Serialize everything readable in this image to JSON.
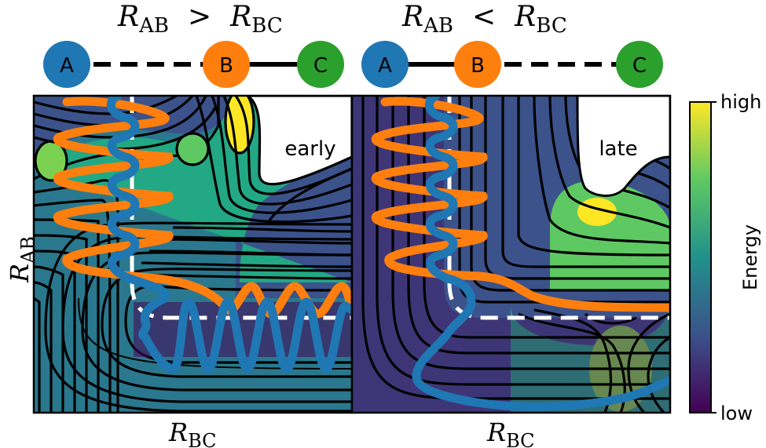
{
  "headers": {
    "left": {
      "r1": "R",
      "s1": "AB",
      "op": ">",
      "r2": "R",
      "s2": "BC"
    },
    "right": {
      "r1": "R",
      "s1": "AB",
      "op": "<",
      "r2": "R",
      "s2": "BC"
    }
  },
  "atoms": {
    "left": [
      "A",
      "B",
      "C"
    ],
    "right": [
      "A",
      "B",
      "C"
    ]
  },
  "panels": {
    "left": {
      "label": "early"
    },
    "right": {
      "label": "late"
    }
  },
  "axes": {
    "y": {
      "r": "R",
      "sub": "AB"
    },
    "x_left": {
      "r": "R",
      "sub": "BC"
    },
    "x_right": {
      "r": "R",
      "sub": "BC"
    }
  },
  "colorbar": {
    "title": "Energy",
    "high": "high",
    "low": "low"
  },
  "colors": {
    "atom_a": "#1f77b4",
    "atom_b": "#ff7f0e",
    "atom_c": "#2ca02c",
    "traj_orange": "#ff7f0e",
    "traj_blue": "#1f77b4",
    "path": "#ffffff"
  }
}
